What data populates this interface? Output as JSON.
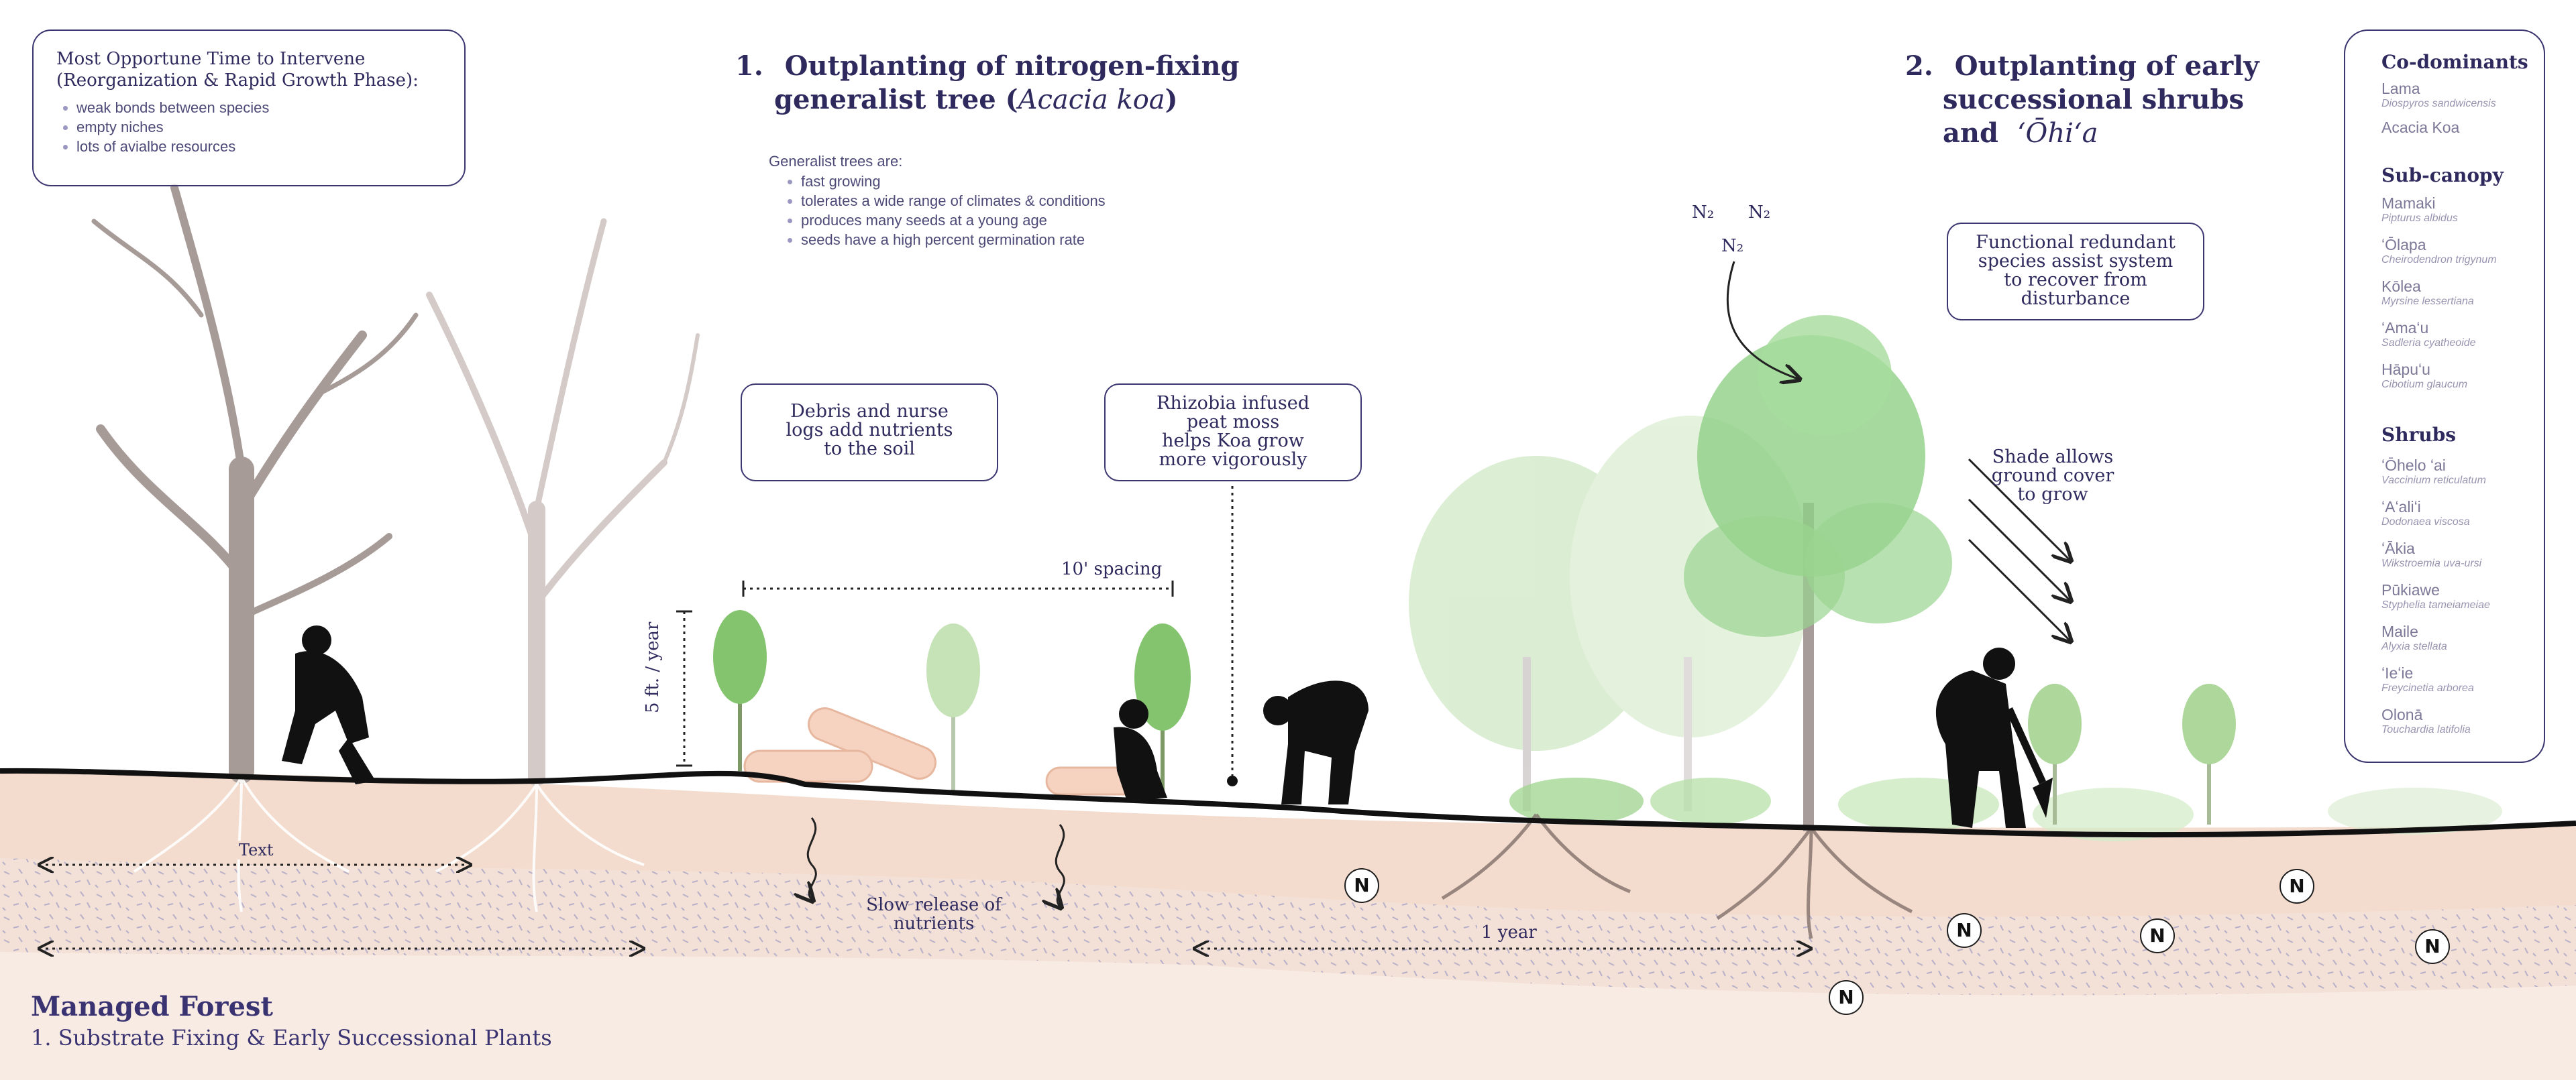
{
  "opportune_box": {
    "title_line1": "Most Opportune Time to Intervene",
    "title_line2": "(Reorganization & Rapid Growth Phase):",
    "bullets": [
      "weak bonds between species",
      "empty niches",
      "lots of avialbe resources"
    ]
  },
  "section1": {
    "number": "1.",
    "title_line1": "Outplanting of nitrogen-fixing",
    "title_line2_prefix": "generalist tree (",
    "title_line2_italic": "Acacia koa",
    "title_line2_suffix": ")",
    "list_title": "Generalist trees are:",
    "bullets": [
      "fast growing",
      "tolerates a wide range of climates & conditions",
      "produces many seeds at a young age",
      "seeds have a high percent germination rate"
    ]
  },
  "section2": {
    "number": "2.",
    "title_line1": "Outplanting of early",
    "title_line2": "successional shrubs",
    "title_line3_prefix": "and",
    "title_line3_italic": "ʻŌhiʻa"
  },
  "callouts": {
    "debris": [
      "Debris and nurse",
      "logs add nutrients",
      "to the soil"
    ],
    "rhizobia": [
      "Rhizobia infused",
      "peat moss",
      "helps Koa grow",
      "more vigorously"
    ],
    "functional": [
      "Functional redundant",
      "species assist system",
      "to recover from",
      "disturbance"
    ],
    "shade": [
      "Shade allows",
      "ground cover",
      "to grow"
    ]
  },
  "labels": {
    "n2": "N₂",
    "n": "N",
    "spacing": "10' spacing",
    "growth": "5 ft. / year",
    "text": "Text",
    "slow_release": [
      "Slow release of",
      "nutrients"
    ],
    "one_year": "1 year"
  },
  "species_panel": {
    "groups": [
      {
        "title": "Co-dominants",
        "items": [
          {
            "name": "Lama",
            "sci": "Diospyros sandwicensis"
          },
          {
            "name": "Acacia Koa",
            "sci": ""
          }
        ]
      },
      {
        "title": "Sub-canopy",
        "items": [
          {
            "name": "Mamaki",
            "sci": "Pipturus albidus"
          },
          {
            "name": "ʻŌlapa",
            "sci": "Cheirodendron trigynum"
          },
          {
            "name": "Kōlea",
            "sci": "Myrsine lessertiana"
          },
          {
            "name": "ʻAmaʻu",
            "sci": "Sadleria cyatheoide"
          },
          {
            "name": "Hāpuʻu",
            "sci": "Cibotium glaucum"
          }
        ]
      },
      {
        "title": "Shrubs",
        "items": [
          {
            "name": "ʻŌhelo ʻai",
            "sci": "Vaccinium reticulatum"
          },
          {
            "name": "ʻAʻaliʻi",
            "sci": "Dodonaea viscosa"
          },
          {
            "name": "ʻĀkia",
            "sci": "Wikstroemia uva-ursi"
          },
          {
            "name": "Pūkiawe",
            "sci": "Styphelia tameiameiae"
          },
          {
            "name": "Maile",
            "sci": "Alyxia stellata"
          },
          {
            "name": "ʻIeʻie",
            "sci": "Freycinetia arborea"
          },
          {
            "name": "Olonā",
            "sci": "Touchardia latifolia"
          }
        ]
      }
    ]
  },
  "footer": {
    "title": "Managed Forest",
    "subtitle": "1. Substrate Fixing & Early Successional Plants"
  }
}
